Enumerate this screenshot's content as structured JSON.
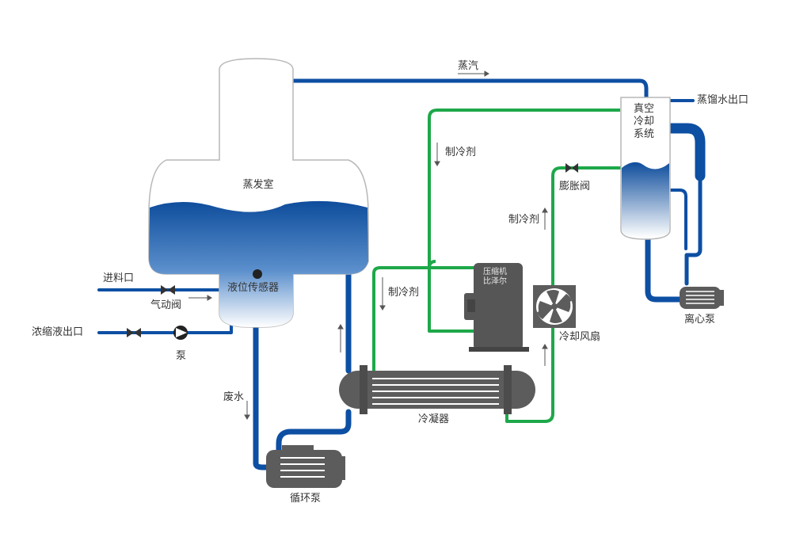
{
  "labels": {
    "vapor": "蒸汽",
    "distillate_outlet": "蒸馏水出口",
    "vacuum_cooling_line1": "真空",
    "vacuum_cooling_line2": "冷却",
    "vacuum_cooling_line3": "系统",
    "refrigerant_top": "制冷剂",
    "refrigerant_right": "制冷剂",
    "refrigerant_left": "制冷剂",
    "expansion_valve": "膨胀阀",
    "evaporation_chamber": "蒸发室",
    "level_sensor": "液位传感器",
    "feed_inlet": "进料口",
    "pneumatic_valve": "气动阀",
    "concentrate_outlet": "浓缩液出口",
    "pump": "泵",
    "waste_water": "废水",
    "compressor_line1": "压缩机",
    "compressor_line2": "比泽尔",
    "cooling_fan": "冷却风扇",
    "centrifugal_pump": "离心泵",
    "condenser": "冷凝器",
    "circulation_pump": "循环泵"
  },
  "colors": {
    "water_pipe": "#0d4fa3",
    "refrigerant_pipe": "#1ea84a",
    "equipment_gray": "#5a5a5a",
    "liquid_blue": "#1a5fae"
  }
}
